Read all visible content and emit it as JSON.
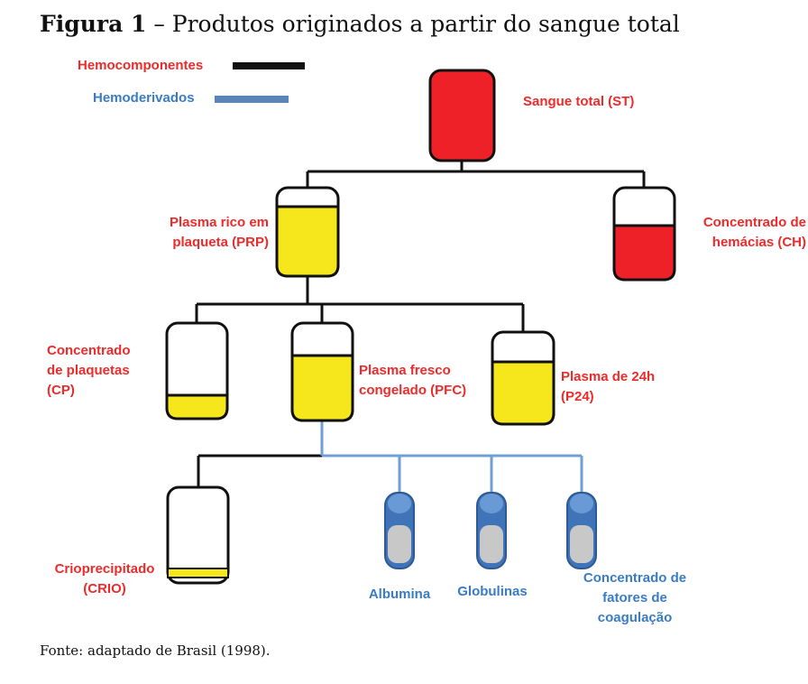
{
  "figure": {
    "title_bold": "Figura 1",
    "title_rest": " – Produtos originados a partir do sangue total",
    "source": "Fonte: adaptado de Brasil (1998)."
  },
  "legend": {
    "hemocomponentes": "Hemocomponentes",
    "hemoderivados": "Hemoderivados"
  },
  "colors": {
    "red": "#ee2a2a",
    "blue": "#3a7cc4",
    "yellow": "#f5e71c",
    "gray": "#c8c8c8",
    "line_black": "#111111",
    "line_blue": "#6f9fd4"
  },
  "nodes": {
    "st": "Sangue total (ST)",
    "prp": "Plasma rico em\nplaqueta (PRP)",
    "ch": "Concentrado de\nhemácias (CH)",
    "cp": "Concentrado\nde plaquetas\n(CP)",
    "pfc": "Plasma fresco\ncongelado (PFC)",
    "p24": "Plasma de 24h\n(P24)",
    "crio": "Crioprecipitado\n(CRIO)",
    "albumina": "Albumina",
    "globulinas": "Globulinas",
    "fatores": "Concentrado de\nfatores de\ncoagulação"
  }
}
